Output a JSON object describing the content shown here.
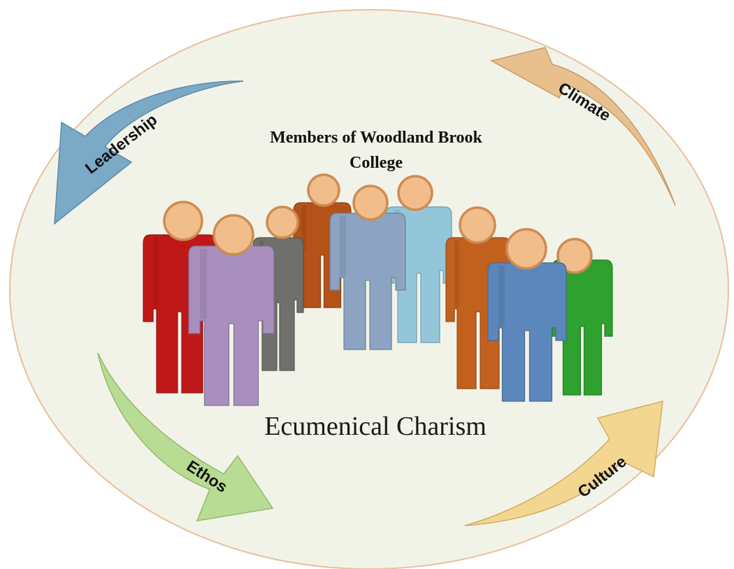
{
  "diagram": {
    "heading": [
      "Members of Woodland Brook",
      "College"
    ],
    "center_label": "Ecumenical Charism",
    "arrows": {
      "leadership": {
        "label": "Leadership",
        "color": "#7aaac6"
      },
      "climate": {
        "label": "Climate",
        "color": "#e8c08e"
      },
      "ethos": {
        "label": "Ethos",
        "color": "#b9dc95"
      },
      "culture": {
        "label": "Culture",
        "color": "#f3d690"
      }
    },
    "people": [
      {
        "name": "red-person",
        "color": "#c01818"
      },
      {
        "name": "lilac-person",
        "color": "#a98fbe"
      },
      {
        "name": "gray-person",
        "color": "#6f6f6b"
      },
      {
        "name": "rust-person-back",
        "color": "#b4521a"
      },
      {
        "name": "steel-blue-person",
        "color": "#8ca3c2"
      },
      {
        "name": "light-blue-person",
        "color": "#94c6da"
      },
      {
        "name": "orange-person",
        "color": "#c2601e"
      },
      {
        "name": "blue-person",
        "color": "#5b87bd"
      },
      {
        "name": "green-person",
        "color": "#2ea12e"
      }
    ],
    "colors": {
      "ellipse_fill": "#f2f3e8",
      "ellipse_stroke": "#e9bf9d",
      "head": "#f0bd8b",
      "head_outline": "#cf8b52"
    }
  }
}
